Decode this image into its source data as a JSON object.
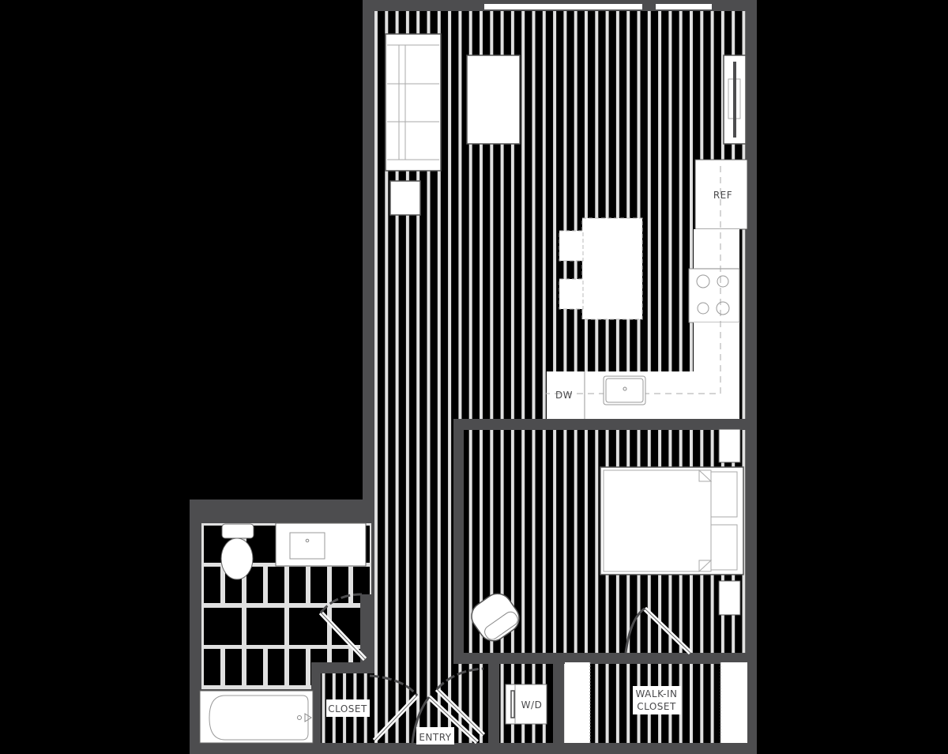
{
  "plan": {
    "type": "apartment-floor-plan",
    "colors": {
      "background": "#000000",
      "wall": "#4d4d4f",
      "floor_stripe": "#e0e0e0",
      "fixture_fill": "#ffffff",
      "fixture_stroke": "#9a9a9a",
      "label_text": "#4a4a4c"
    },
    "labels": {
      "ref": "REF",
      "dw": "DW",
      "closet": "CLOSET",
      "entry": "ENTRY",
      "wd": "W/D",
      "walkin_line1": "WALK-IN",
      "walkin_line2": "CLOSET"
    },
    "rooms": [
      {
        "name": "living-room",
        "features": [
          "sofa",
          "coffee-table",
          "side-table",
          "tv-console",
          "windows"
        ]
      },
      {
        "name": "kitchen",
        "features": [
          "refrigerator",
          "range",
          "sink",
          "dishwasher",
          "island",
          "bar-stools"
        ]
      },
      {
        "name": "bedroom",
        "features": [
          "bed",
          "nightstands",
          "armchair"
        ]
      },
      {
        "name": "bathroom",
        "features": [
          "toilet",
          "vanity-sink",
          "bathtub"
        ]
      },
      {
        "name": "closet"
      },
      {
        "name": "entry"
      },
      {
        "name": "laundry",
        "features": [
          "washer-dryer"
        ]
      },
      {
        "name": "walk-in-closet",
        "features": [
          "shelving"
        ]
      }
    ]
  }
}
